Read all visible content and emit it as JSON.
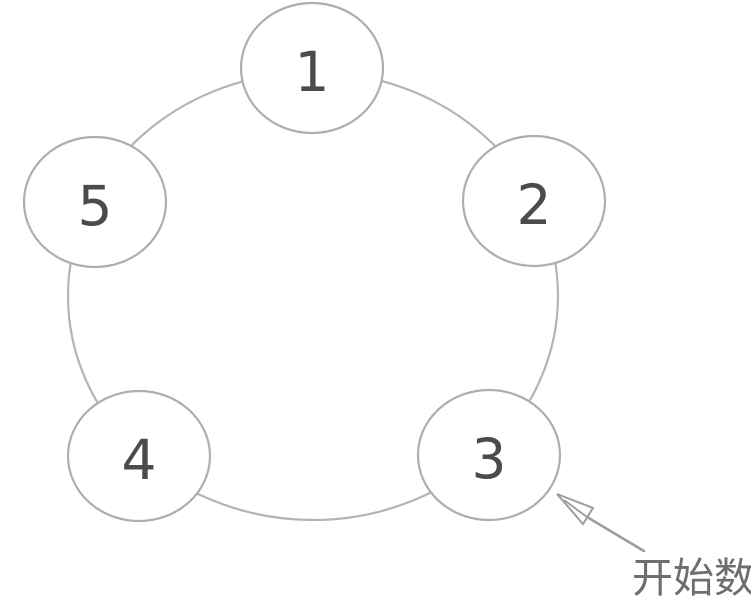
{
  "diagram": {
    "type": "circular-ring-of-nodes",
    "nodes": [
      {
        "label": "1"
      },
      {
        "label": "2"
      },
      {
        "label": "3"
      },
      {
        "label": "4"
      },
      {
        "label": "5"
      }
    ],
    "annotation": {
      "label": "开始数",
      "points_to_node": "3"
    },
    "colors": {
      "background": "#ffffff",
      "ring_stroke": "#b4b4b4",
      "node_stroke": "#aeaeae",
      "node_fill": "#ffffff",
      "number_color": "#4b4b4b",
      "arrow_color": "#9c9c9c",
      "annotation_color": "#6e6e6e"
    }
  }
}
